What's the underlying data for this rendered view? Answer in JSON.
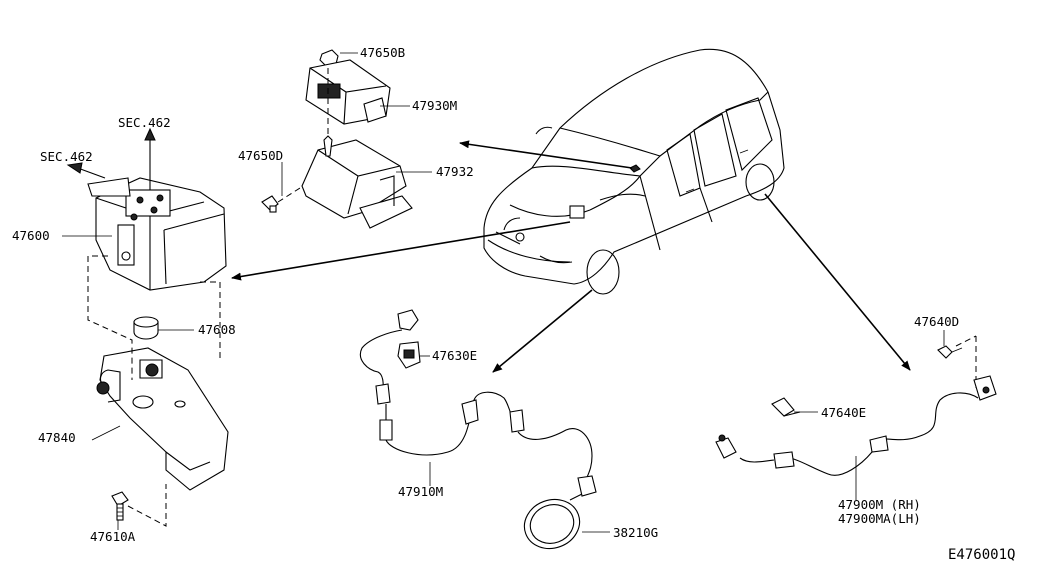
{
  "labels": {
    "sec462_top": "SEC.462",
    "sec462_left": "SEC.462",
    "p47600": "47600",
    "p47608": "47608",
    "p47840": "47840",
    "p47610a": "47610A",
    "p47650b": "47650B",
    "p47930m": "47930M",
    "p47650d": "47650D",
    "p47932": "47932",
    "p47630e": "47630E",
    "p47910m": "47910M",
    "p38210g": "38210G",
    "p47640d": "47640D",
    "p47640e": "47640E",
    "p47900m": "47900M (RH)",
    "p47900ma": "47900MA(LH)",
    "diagram_code": "E476001Q"
  }
}
